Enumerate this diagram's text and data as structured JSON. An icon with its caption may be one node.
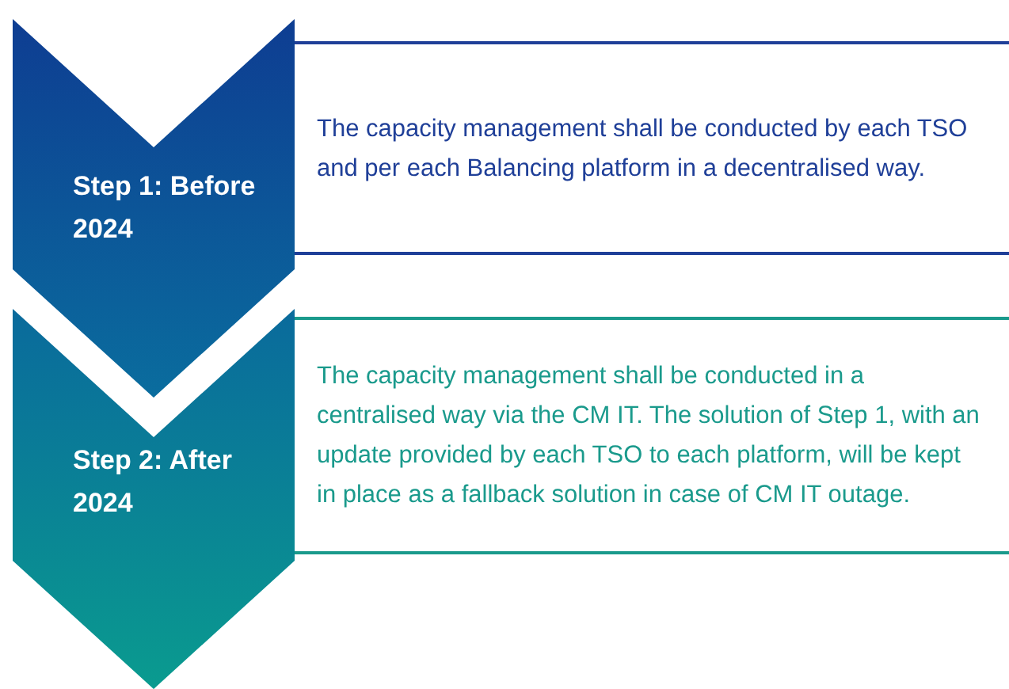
{
  "diagram": {
    "nodes": [
      {
        "text": [
          "Step 1: Before 2024"
        ]
      },
      {
        "text": [
          "The capacity management shall be conducted by each TSO and per each Balancing platform in a decentralised way."
        ]
      },
      {
        "text": [
          "Step 2: After 2024"
        ]
      },
      {
        "text": [
          "The capacity management shall be conducted in a centralised way via the CM IT. The solution of Step 1, with an update provided by each TSO to each platform, will be kept in place as a fallback solution in case of CM IT outage."
        ]
      }
    ]
  }
}
